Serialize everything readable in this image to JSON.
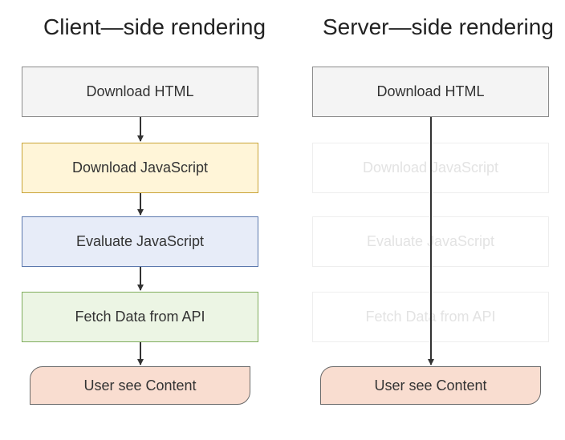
{
  "client": {
    "title": "Client—side rendering",
    "steps": {
      "download_html": "Download HTML",
      "download_js": "Download JavaScript",
      "evaluate_js": "Evaluate JavaScript",
      "fetch_data": "Fetch Data from API",
      "user_content": "User see Content"
    }
  },
  "server": {
    "title": "Server—side rendering",
    "steps": {
      "download_html": "Download HTML",
      "download_js": "Download JavaScript",
      "evaluate_js": "Evaluate JavaScript",
      "fetch_data": "Fetch Data from API",
      "user_content": "User see Content"
    }
  },
  "colors": {
    "download_html": "#f4f4f4",
    "download_js": "#fff5d8",
    "evaluate_js": "#e7ecf8",
    "fetch_data": "#ecf5e4",
    "user_content": "#f9ddd0",
    "arrow": "#333333"
  }
}
